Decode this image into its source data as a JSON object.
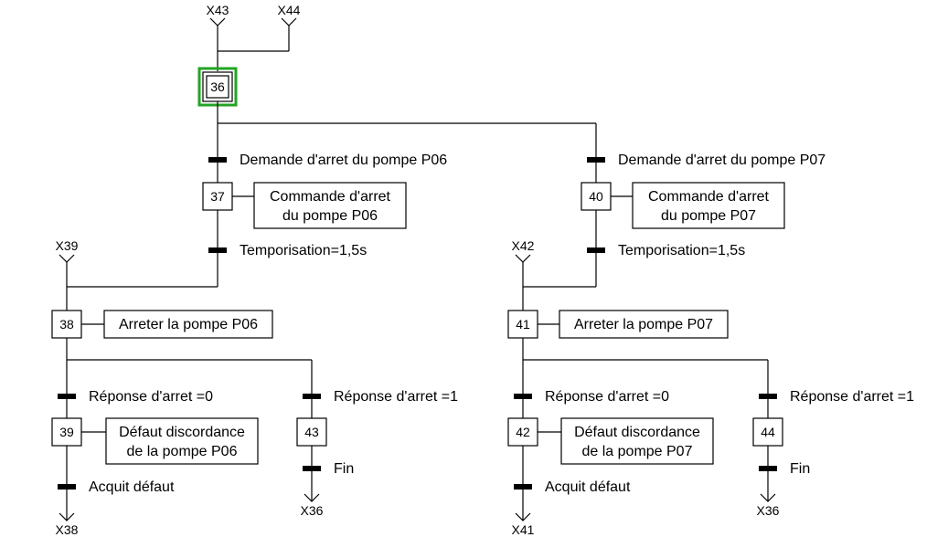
{
  "colors": {
    "highlight": "#22a522",
    "line": "#000000",
    "background": "#ffffff"
  },
  "refs": {
    "top_left": "X43",
    "top_right": "X44",
    "left_in": "X39",
    "right_in": "X42",
    "bottom_left": "X38",
    "bottom_43": "X36",
    "bottom_right": "X41",
    "bottom_44": "X36"
  },
  "steps": {
    "s36": "36",
    "s37": "37",
    "s38": "38",
    "s39": "39",
    "s40": "40",
    "s41": "41",
    "s42": "42",
    "s43": "43",
    "s44": "44"
  },
  "actions": {
    "a37": [
      "Commande d'arret",
      "du pompe P06"
    ],
    "a40": [
      "Commande d'arret",
      "du pompe P07"
    ],
    "a38": "Arreter la pompe P06",
    "a41": "Arreter la pompe P07",
    "a39": [
      "Défaut discordance",
      "de la pompe P06"
    ],
    "a42": [
      "Défaut discordance",
      "de la pompe P07"
    ]
  },
  "transitions": {
    "t36_37": "Demande d'arret du pompe P06",
    "t36_40": "Demande d'arret du pompe P07",
    "t37": "Temporisation=1,5s",
    "t40": "Temporisation=1,5s",
    "t38_39": "Réponse d'arret =0",
    "t38_43": "Réponse d'arret =1",
    "t41_42": "Réponse d'arret =0",
    "t41_44": "Réponse d'arret =1",
    "t39": "Acquit défaut",
    "t43": "Fin",
    "t42": "Acquit défaut",
    "t44": "Fin"
  }
}
